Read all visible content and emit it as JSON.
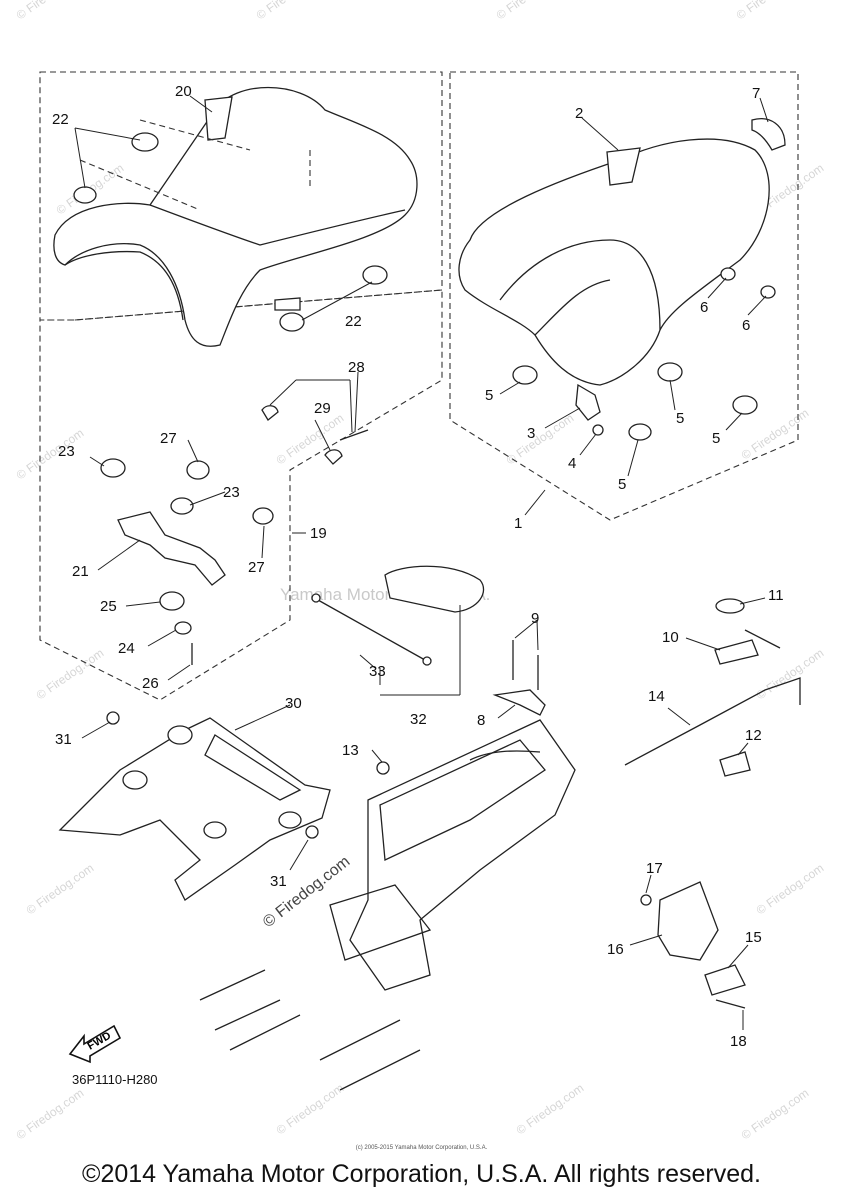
{
  "diagram": {
    "diagram_code": "36P1110-H280",
    "fwd_label": "FWD",
    "copyright": "©2014 Yamaha Motor Corporation, U.S.A. All rights reserved.",
    "small_copyright": "(c) 2005-2015 Yamaha Motor Corporation, U.S.A.",
    "watermark_center": "Yamaha Motor Corp. U.S.A.",
    "watermark_firedog": "© Firedog.com",
    "watermark_tile": "© Firedog.com",
    "callouts": {
      "c1": "1",
      "c2": "2",
      "c3": "3",
      "c4": "4",
      "c5a": "5",
      "c5b": "5",
      "c5c": "5",
      "c5d": "5",
      "c6a": "6",
      "c6b": "6",
      "c7": "7",
      "c8": "8",
      "c9": "9",
      "c10": "10",
      "c11": "11",
      "c12": "12",
      "c13": "13",
      "c14": "14",
      "c15": "15",
      "c16": "16",
      "c17": "17",
      "c18": "18",
      "c19": "19",
      "c20": "20",
      "c21": "21",
      "c22a": "22",
      "c22b": "22",
      "c23a": "23",
      "c23b": "23",
      "c24": "24",
      "c25": "25",
      "c26": "26",
      "c27a": "27",
      "c27b": "27",
      "c28": "28",
      "c29": "29",
      "c30": "30",
      "c31a": "31",
      "c31b": "31",
      "c32": "32",
      "c33": "33"
    }
  }
}
